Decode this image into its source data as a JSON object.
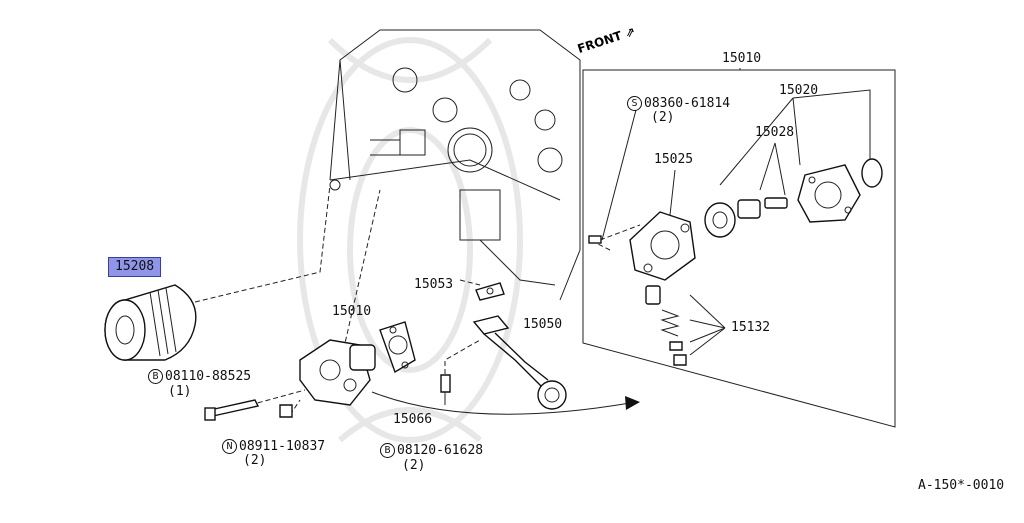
{
  "parts": {
    "p15208": "15208",
    "p15010_top": "15010",
    "p15010_mid": "15010",
    "p15020": "15020",
    "p15028": "15028",
    "p15025": "15025",
    "p15053": "15053",
    "p15050": "15050",
    "p15132": "15132",
    "p15066": "15066"
  },
  "fasteners": {
    "s_code": "S",
    "s_part": "08360-61814",
    "s_qty": "(2)",
    "b1_code": "B",
    "b1_part": "08110-88525",
    "b1_qty": "(1)",
    "n_code": "N",
    "n_part": "08911-10837",
    "n_qty": "(2)",
    "b2_code": "B",
    "b2_part": "08120-61628",
    "b2_qty": "(2)"
  },
  "front_label": "FRONT",
  "ref_code": "A-150*-0010",
  "highlight_color": "#8f95e8"
}
